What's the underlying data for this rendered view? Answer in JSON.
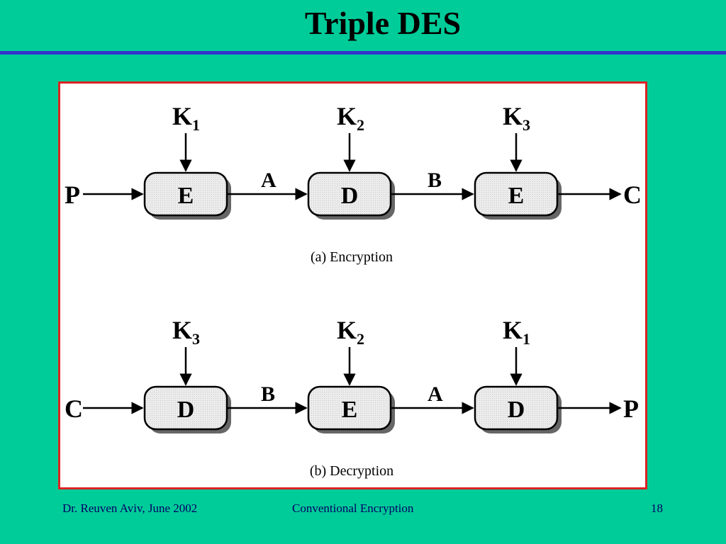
{
  "slide": {
    "title": "Triple DES"
  },
  "encryption": {
    "input": "P",
    "output": "C",
    "boxes": [
      {
        "label": "E",
        "key": "K",
        "key_sub": "1"
      },
      {
        "label": "D",
        "key": "K",
        "key_sub": "2"
      },
      {
        "label": "E",
        "key": "K",
        "key_sub": "3"
      }
    ],
    "intermediates": [
      "A",
      "B"
    ],
    "caption": "(a) Encryption"
  },
  "decryption": {
    "input": "C",
    "output": "P",
    "boxes": [
      {
        "label": "D",
        "key": "K",
        "key_sub": "3"
      },
      {
        "label": "E",
        "key": "K",
        "key_sub": "2"
      },
      {
        "label": "D",
        "key": "K",
        "key_sub": "1"
      }
    ],
    "intermediates": [
      "B",
      "A"
    ],
    "caption": "(b) Decryption"
  },
  "footer": {
    "author": "Dr. Reuven Aviv, June 2002",
    "topic": "Conventional Encryption",
    "page": "18"
  },
  "colors": {
    "background": "#00cc99",
    "title_rule": "#3333cc",
    "frame_border": "#dd2222",
    "box_fill": "#e6e6e6",
    "footer_text": "#000066"
  }
}
